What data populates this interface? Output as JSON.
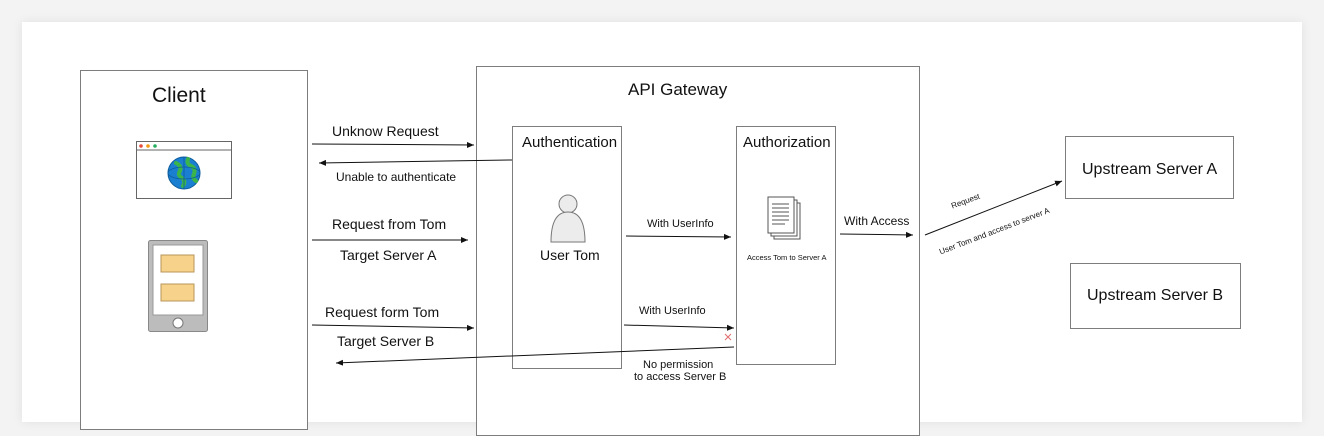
{
  "client": {
    "title": "Client",
    "browser_icon": "browser-globe-icon",
    "mobile_icon": "mobile-phone-icon"
  },
  "gateway": {
    "title": "API Gateway",
    "authentication": {
      "title": "Authentication",
      "user_icon": "user-icon",
      "user_label": "User Tom"
    },
    "authorization": {
      "title": "Authorization",
      "doc_icon": "documents-icon",
      "doc_label": "Access Tom to Server A"
    }
  },
  "servers": {
    "a": "Upstream Server A",
    "b": "Upstream Server B"
  },
  "arrows": {
    "unknow_request": "Unknow Request",
    "unable": "Unable to authenticate",
    "request_tom": "Request from Tom",
    "target_a": "Target Server A",
    "request_form_tom": "Request form Tom",
    "target_b": "Target Server B",
    "with_userinfo_1": "With UserInfo",
    "with_userinfo_2": "With UserInfo",
    "no_permission_1": "No permission",
    "no_permission_2": "to access Server B",
    "with_access": "With Access",
    "request": "Request",
    "user_tom_access": "User Tom and access to server A"
  },
  "colors": {
    "globe": "#1a7fd1",
    "land": "#3bb44a",
    "note": "#f7d28b",
    "deny": "#e06c6c"
  }
}
